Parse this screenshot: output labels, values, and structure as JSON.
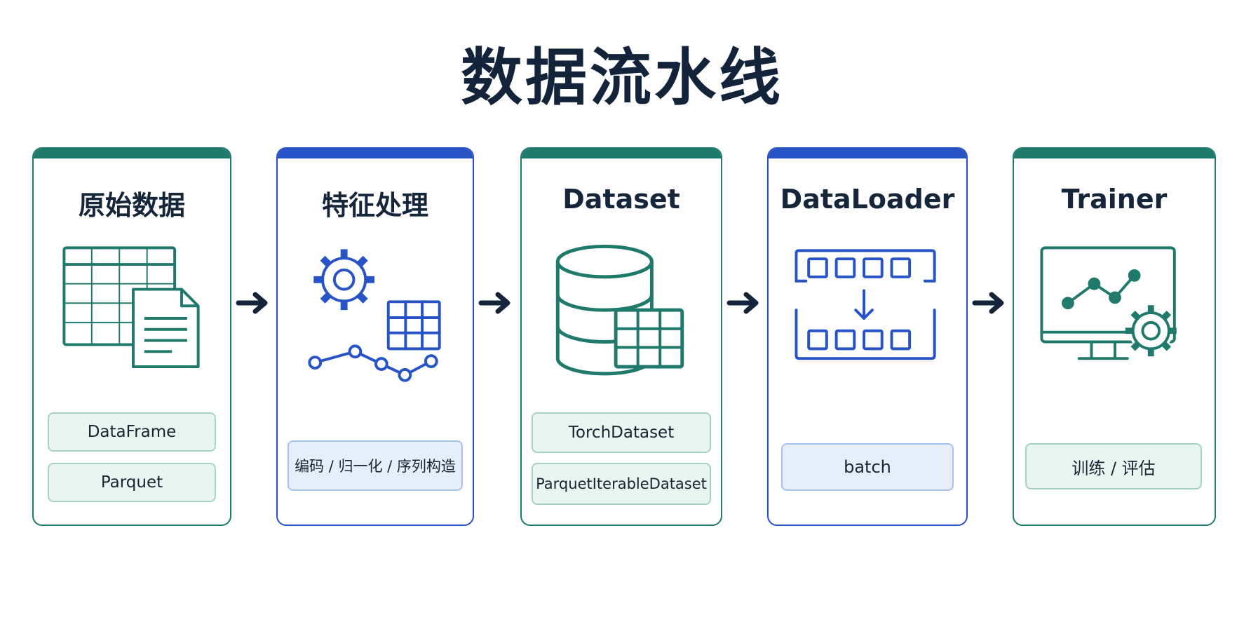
{
  "title": "数据流水线",
  "stages": [
    {
      "title": "原始数据",
      "tags": [
        "DataFrame",
        "Parquet"
      ]
    },
    {
      "title": "特征处理",
      "tags": [
        "编码 / 归一化 / 序列构造"
      ]
    },
    {
      "title": "Dataset",
      "tags": [
        "TorchDataset",
        "ParquetIterableDataset"
      ]
    },
    {
      "title": "DataLoader",
      "tags": [
        "batch"
      ]
    },
    {
      "title": "Trainer",
      "tags": [
        "训练 / 评估"
      ]
    }
  ],
  "colors": {
    "teal": "#1f7a6b",
    "blue": "#2753c7",
    "title": "#13233a",
    "arrow": "#13233a"
  },
  "icons": [
    "table-document-icon",
    "gear-grid-chart-icon",
    "database-grid-icon",
    "batch-queue-icon",
    "monitor-chart-gear-icon"
  ]
}
